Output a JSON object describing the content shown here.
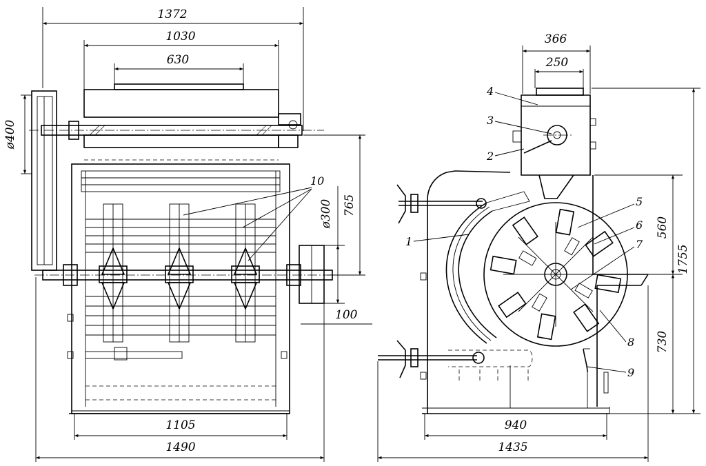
{
  "front_view": {
    "dim_overall_width": "1372",
    "dim_body_width": "1030",
    "dim_top_width": "630",
    "dim_pulley_dia": "ø400",
    "dim_rotor_dia": "ø300",
    "dim_height_765": "765",
    "dim_offset_100": "100",
    "dim_base_width": "1105",
    "dim_total_width": "1490",
    "label_hammers": "10"
  },
  "side_view": {
    "dim_hopper_width": "366",
    "dim_hopper_inner": "250",
    "dim_height_560": "560",
    "dim_height_1755": "1755",
    "dim_height_730": "730",
    "dim_base_width": "940",
    "dim_total_width": "1435",
    "labels": [
      "1",
      "2",
      "3",
      "4",
      "5",
      "6",
      "7",
      "8",
      "9"
    ]
  },
  "colors": {
    "line": "#000000",
    "background": "#ffffff"
  }
}
